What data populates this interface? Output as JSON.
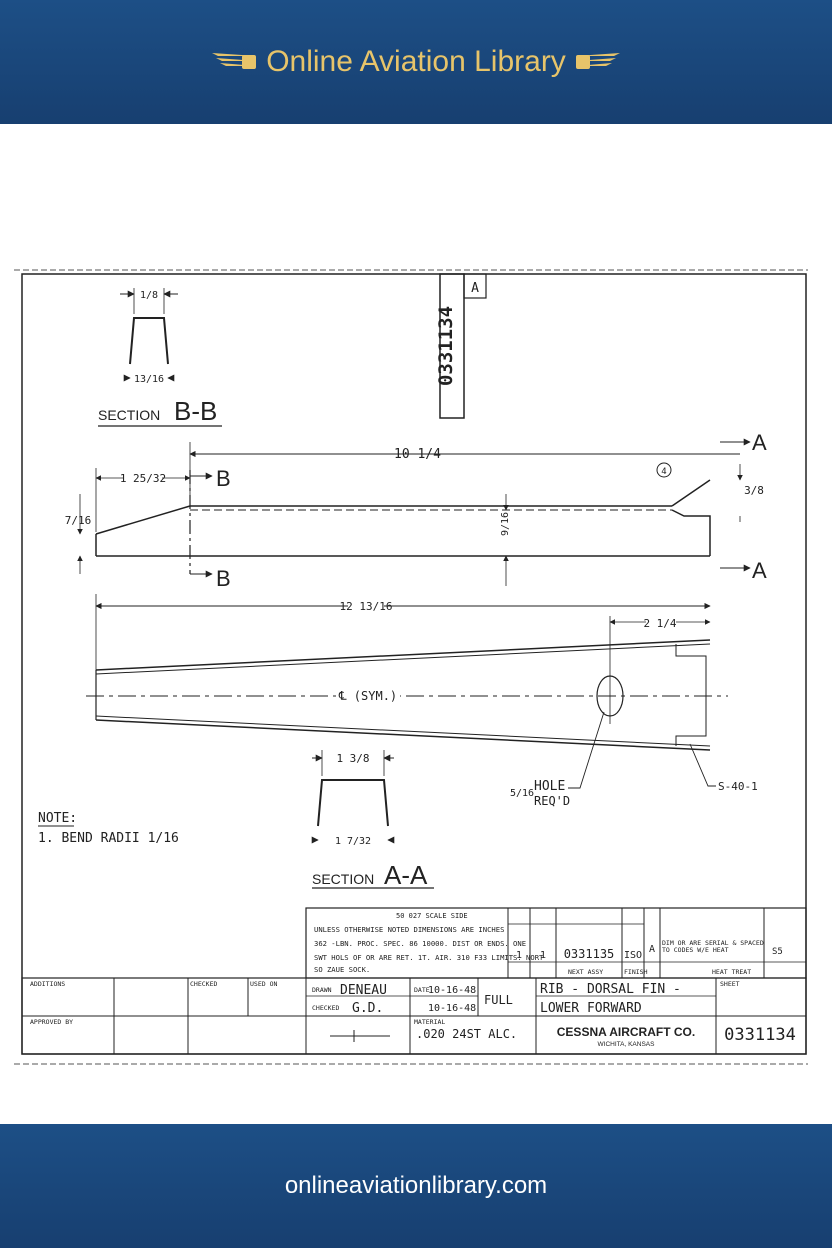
{
  "header": {
    "title": "Online Aviation Library"
  },
  "footer": {
    "url": "onlineaviationlibrary.com"
  },
  "drawing": {
    "part_number_vertical": "0331134",
    "revision": "A",
    "section_bb": {
      "label": "SECTION",
      "id": "B-B",
      "dim_top": "1/8",
      "dim_bottom": "13/16"
    },
    "section_aa": {
      "label": "SECTION",
      "id": "A-A",
      "dim_top": "1 3/8",
      "dim_bottom": "1 7/32"
    },
    "cut_b": "B",
    "cut_a": "A",
    "dims": {
      "overall_top": "10 1/4",
      "left_offset": "1 25/32",
      "height_left": "7/16",
      "height_mid": "9/16",
      "right_height": "3/8",
      "overall_length": "12 13/16",
      "right_offset": "2 1/4",
      "hole_size": "5/16",
      "circle_ref": "4"
    },
    "centerline": "℄ (SYM.)",
    "hole_note": "HOLE",
    "hole_req": "REQ'D",
    "leader_ref": "S-40-1",
    "note_title": "NOTE:",
    "note_1": "1. BEND RADII 1/16"
  },
  "title_block": {
    "notes_header": "50 027 SCALE SIDE",
    "notes_lines": [
      "UNLESS OTHERWISE NOTED DIMENSIONS ARE INCHES",
      "362 -LBN. PROC. SPEC. 86 10000. DIST OR ENDS. ONE",
      "SWT HOLS OF OR ARE RET. 1T. AIR. 310 F33 LIMITS. NORT",
      "SO ZAUE SOCK."
    ],
    "next_assy": "0331135",
    "qty": "1",
    "col_a": "1",
    "iso": "ISO",
    "rev": "A",
    "mat_note": "DIM OR ARE SERIAL & SPACED TO CODES W/E HEAT",
    "drawn": "DENEAU",
    "drawn_label": "DRAWN",
    "checked": "G.D.",
    "checked_label": "CHECKED",
    "date1": "10-16-48",
    "date2": "10-16-48",
    "date_label": "DATE",
    "scale": "FULL",
    "material": ".020 24ST ALC.",
    "material_label": "MATERIAL",
    "title_line1": "RIB - DORSAL FIN -",
    "title_line2": "LOWER FORWARD",
    "company": "CESSNA AIRCRAFT CO.",
    "company_city": "WICHITA, KANSAS",
    "dwg_no": "0331134",
    "size": "S5",
    "labels": {
      "additions": "ADDITIONS",
      "approved": "APPROVED BY",
      "next_assy_label": "NEXT ASSY",
      "used_on": "USED ON",
      "finish": "FINISH",
      "sheet": "SHEET",
      "checked_top": "CHECKED",
      "heat": "HEAT TREAT"
    }
  }
}
